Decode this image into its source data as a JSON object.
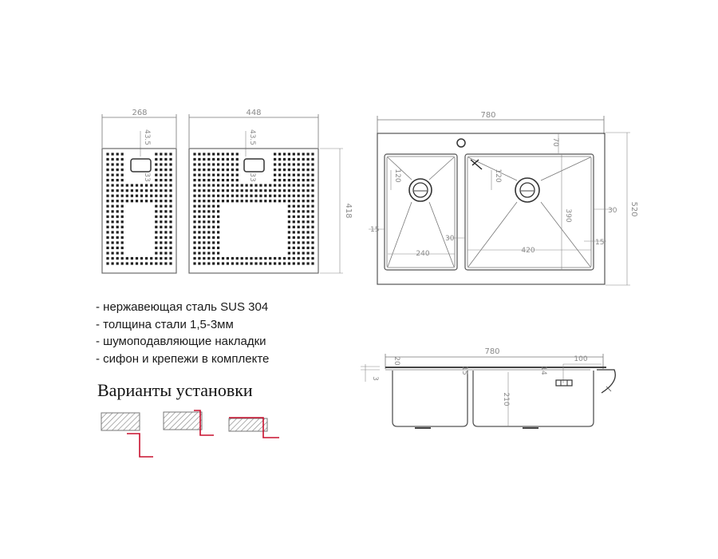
{
  "colors": {
    "line": "#777777",
    "dimension": "#8a8a8a",
    "text": "#1a1a1a",
    "accent": "#c8102e",
    "hatch": "#888888"
  },
  "board_small": {
    "width": "268",
    "height_hole": "43.5",
    "hole": "33"
  },
  "board_large": {
    "width": "448",
    "height_hole": "43.5",
    "hole": "33",
    "height": "418"
  },
  "top_view": {
    "width": "780",
    "height": "520",
    "back_margin": "70",
    "right_margin": "30",
    "left_margin": "15",
    "divider": "30",
    "right_inner": "15",
    "left_bowl_width": "240",
    "right_bowl_width": "420",
    "bowl_depth": "390",
    "drain_offset_left": "120",
    "drain_offset_right": "120"
  },
  "side_view": {
    "width": "780",
    "thickness": "3",
    "flange": "20",
    "ledge": "15",
    "step": "14",
    "overflow_offset": "100",
    "depth": "210"
  },
  "specs": [
    "- нержавеющая сталь SUS 304",
    "- толщина стали 1,5-3мм",
    "- шумоподавляющие накладки",
    "- сифон и крепежи в комплекте"
  ],
  "install_title": "Варианты установки"
}
